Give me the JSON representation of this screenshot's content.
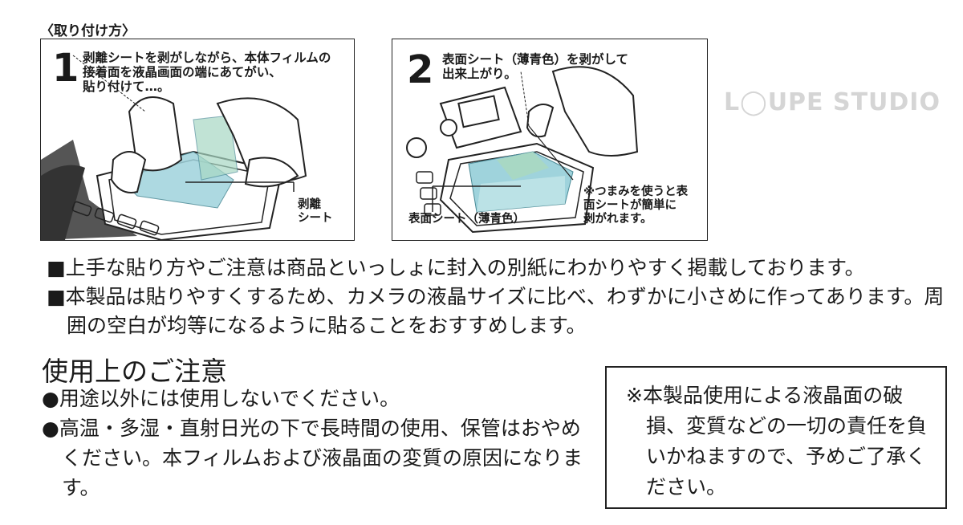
{
  "install": {
    "heading": "〈取り付け方〉",
    "step1": {
      "number": "1",
      "text": "剥離シートを剥がしながら、本体フィルムの\n接着面を液晶画面の端にあてがい、\n貼り付けて…。",
      "callout": "剥離\nシート"
    },
    "step2": {
      "number": "2",
      "text": "表面シート（薄青色）を剥がして\n出来上がり。",
      "callout_label": "表面シート（薄青色）",
      "note": "※つまみを使うと表\n面シートが簡単に\n剥がれます。"
    }
  },
  "watermark": "L◯UPE STUDIO",
  "bullets": [
    "■上手な貼り方やご注意は商品といっしょに封入の別紙にわかりやすく掲載しております。",
    "■本製品は貼りやすくするため、カメラの液晶サイズに比べ、わずかに小さめに作ってあります。周囲の空白が均等になるように貼ることをおすすめします。"
  ],
  "caution": {
    "title": "使用上のご注意",
    "items": [
      "●用途以外には使用しないでください。",
      "●高温・多湿・直射日光の下で長時間の使用、保管はおやめください。本フィルムおよび液晶面の変質の原因になります。"
    ]
  },
  "notice": "※本製品使用による液晶面の破損、変質などの一切の責任を負いかねますので、予めご了承ください。",
  "colors": {
    "film_blue": "#9fd3dc",
    "film_green": "#a8d8c4",
    "ink": "#222222"
  }
}
